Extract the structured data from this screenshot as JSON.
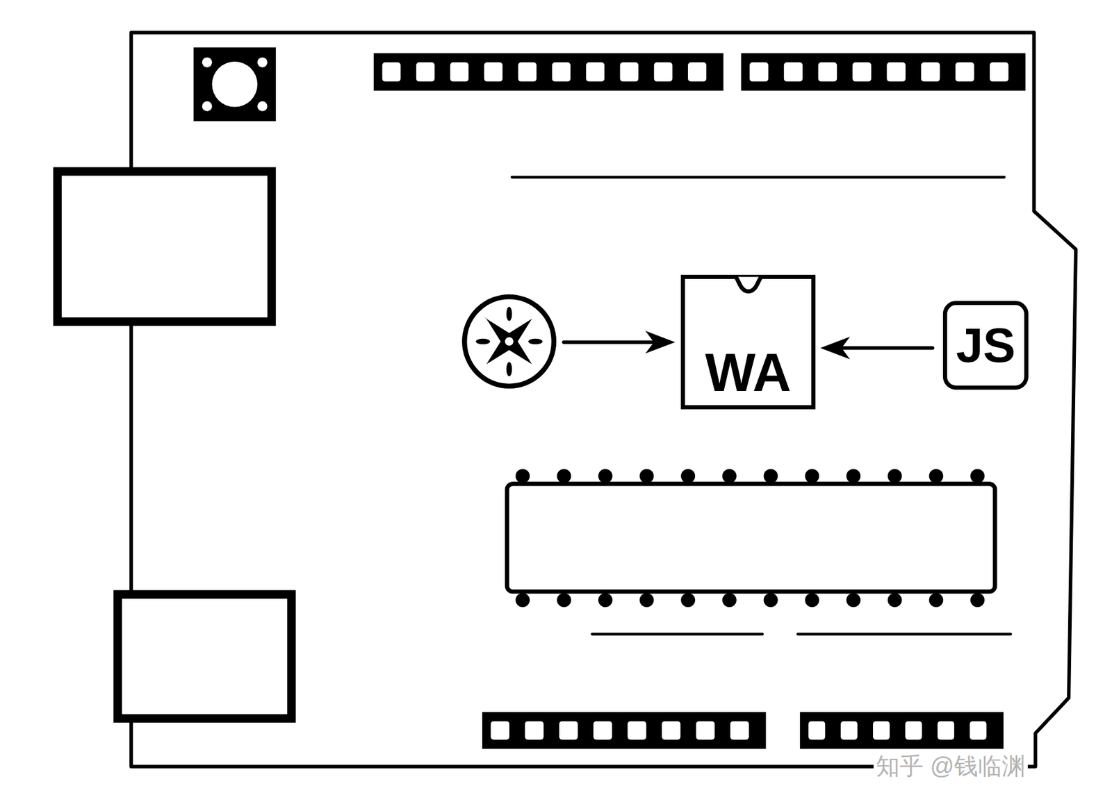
{
  "diagram": {
    "nodes": [
      {
        "text": [
          "WA"
        ]
      },
      {
        "text": [
          "JS"
        ]
      }
    ],
    "edges": [
      {
        "from": 1,
        "to": 0,
        "arrow": "to"
      }
    ],
    "labels": [
      "知乎 @钱临渊"
    ]
  }
}
